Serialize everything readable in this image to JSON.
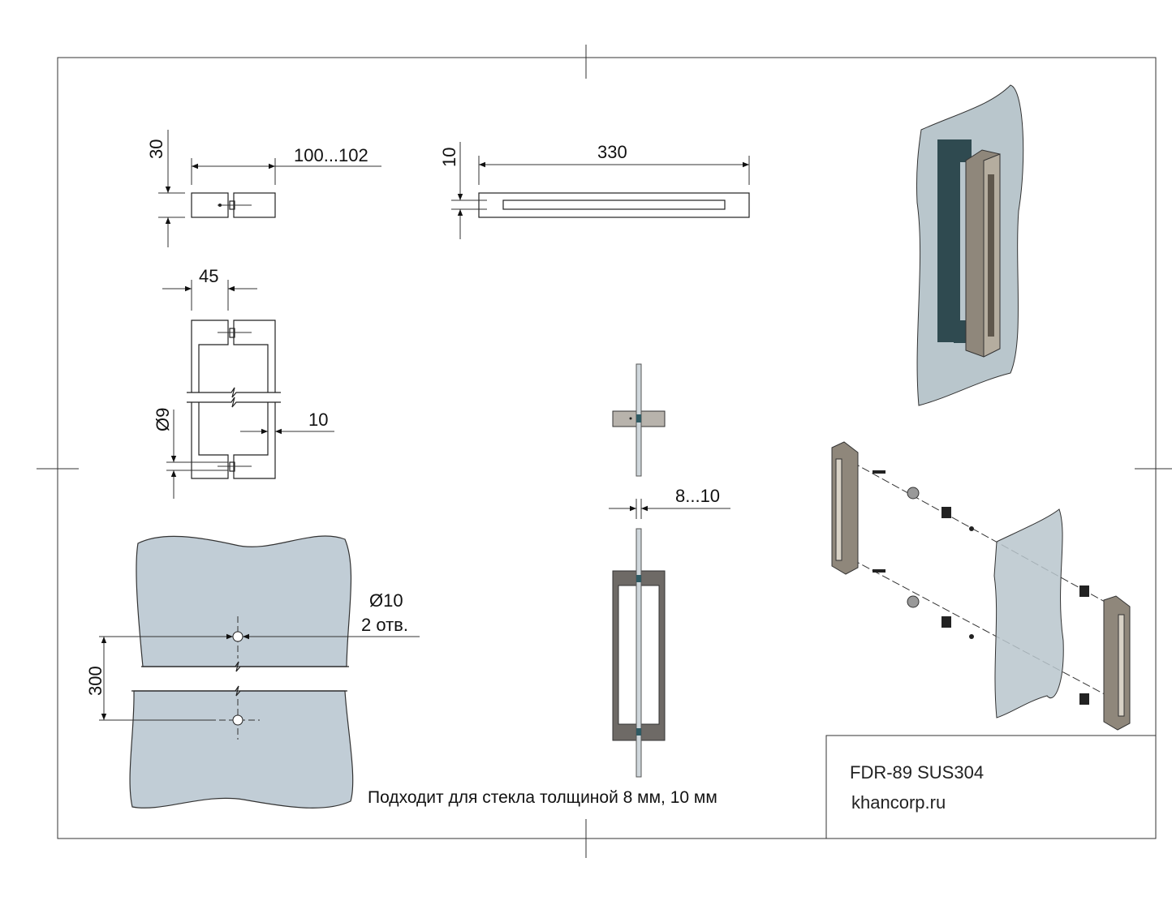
{
  "dimensions": {
    "height_30": "30",
    "length_100_102": "100...102",
    "thickness_10": "10",
    "length_330": "330",
    "width_45": "45",
    "diameter_9": "Ø9",
    "wall_10": "10",
    "glass_8_10": "8...10",
    "hole_diameter": "Ø10",
    "hole_count": "2 отв.",
    "hole_spacing": "300"
  },
  "note": "Подходит для стекла толщиной 8 мм, 10 мм",
  "title_block": {
    "model": "FDR-89 SUS304",
    "website": "khancorp.ru"
  },
  "colors": {
    "glass": "#c1cdd6",
    "handle_dark": "#6e6a66",
    "handle_block": "#b8b3ac",
    "bronze": "#8f877b"
  }
}
